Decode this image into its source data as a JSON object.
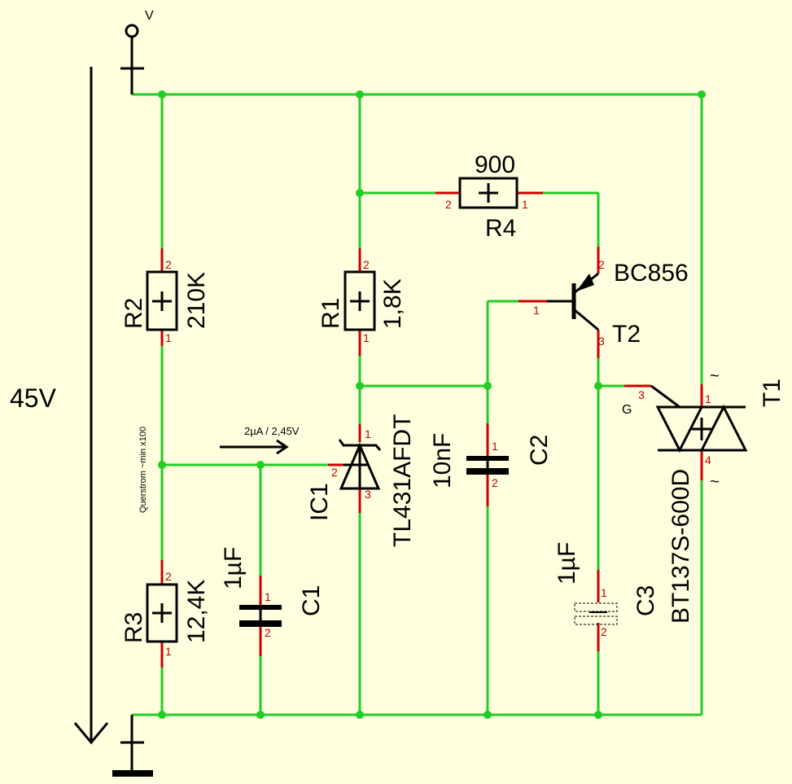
{
  "supply": {
    "terminal_label": "V",
    "voltage_label": "45V"
  },
  "R1": {
    "ref": "R1",
    "value": "1,8K",
    "pins": [
      "2",
      "1"
    ]
  },
  "R2": {
    "ref": "R2",
    "value": "210K",
    "pins": [
      "2",
      "1"
    ]
  },
  "R3": {
    "ref": "R3",
    "value": "12,4K",
    "pins": [
      "2",
      "1"
    ]
  },
  "R4": {
    "ref": "R4",
    "value": "900",
    "pins": [
      "2",
      "1"
    ]
  },
  "C1": {
    "ref": "C1",
    "value": "1µF",
    "pins": [
      "1",
      "2"
    ]
  },
  "C2": {
    "ref": "C2",
    "value": "10nF",
    "pins": [
      "1",
      "2"
    ]
  },
  "C3": {
    "ref": "C3",
    "value": "1µF",
    "pins": [
      "1",
      "2"
    ]
  },
  "IC1": {
    "ref": "IC1",
    "value": "TL431AFDT",
    "pins": [
      "1",
      "2",
      "3"
    ]
  },
  "T2": {
    "ref": "T2",
    "value": "BC856",
    "pins": [
      "1",
      "2",
      "3"
    ]
  },
  "T1": {
    "ref": "T1",
    "value": "BT137S-600D",
    "gate_label": "G",
    "tilde_top": "~",
    "tilde_bottom": "~",
    "pins": [
      "1",
      "3",
      "4"
    ]
  },
  "annotations": {
    "current": "2µA / 2,45V",
    "cross_current": "Querstrom ~min x100"
  }
}
